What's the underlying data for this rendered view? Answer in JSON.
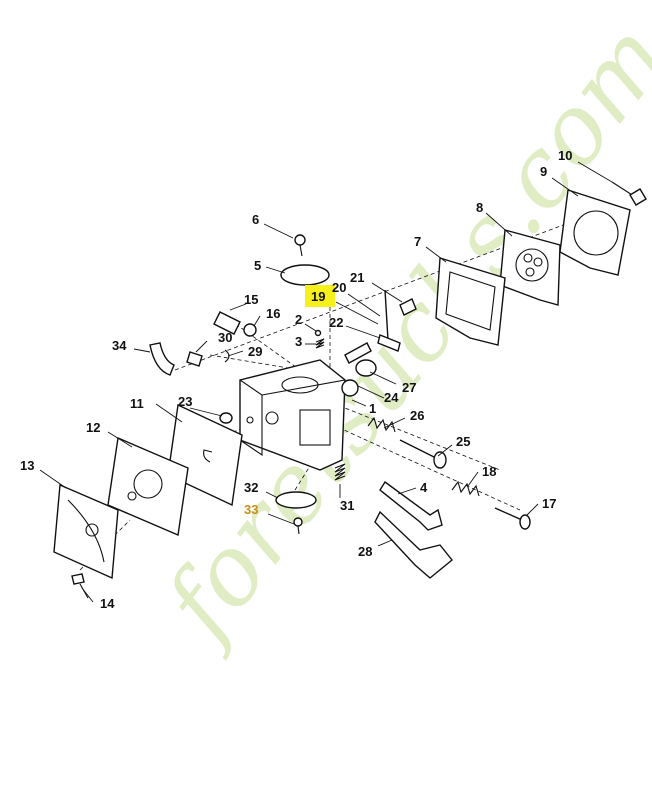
{
  "watermark": "foretsuchs.com",
  "highlight_color": "#f5ef1b",
  "watermark_color": "#c8dd94",
  "callouts": {
    "c1": "1",
    "c2": "2",
    "c3": "3",
    "c4": "4",
    "c5": "5",
    "c6": "6",
    "c7": "7",
    "c8": "8",
    "c9": "9",
    "c10": "10",
    "c11": "11",
    "c12": "12",
    "c13": "13",
    "c14": "14",
    "c15": "15",
    "c16": "16",
    "c17": "17",
    "c18": "18",
    "c19": "19",
    "c20": "20",
    "c21": "21",
    "c22": "22",
    "c23": "23",
    "c24": "24",
    "c25": "25",
    "c26": "26",
    "c27": "27",
    "c28": "28",
    "c29": "29",
    "c30": "30",
    "c31": "31",
    "c32": "32",
    "c33": "33",
    "c34": "34"
  },
  "highlighted_callout": "19"
}
